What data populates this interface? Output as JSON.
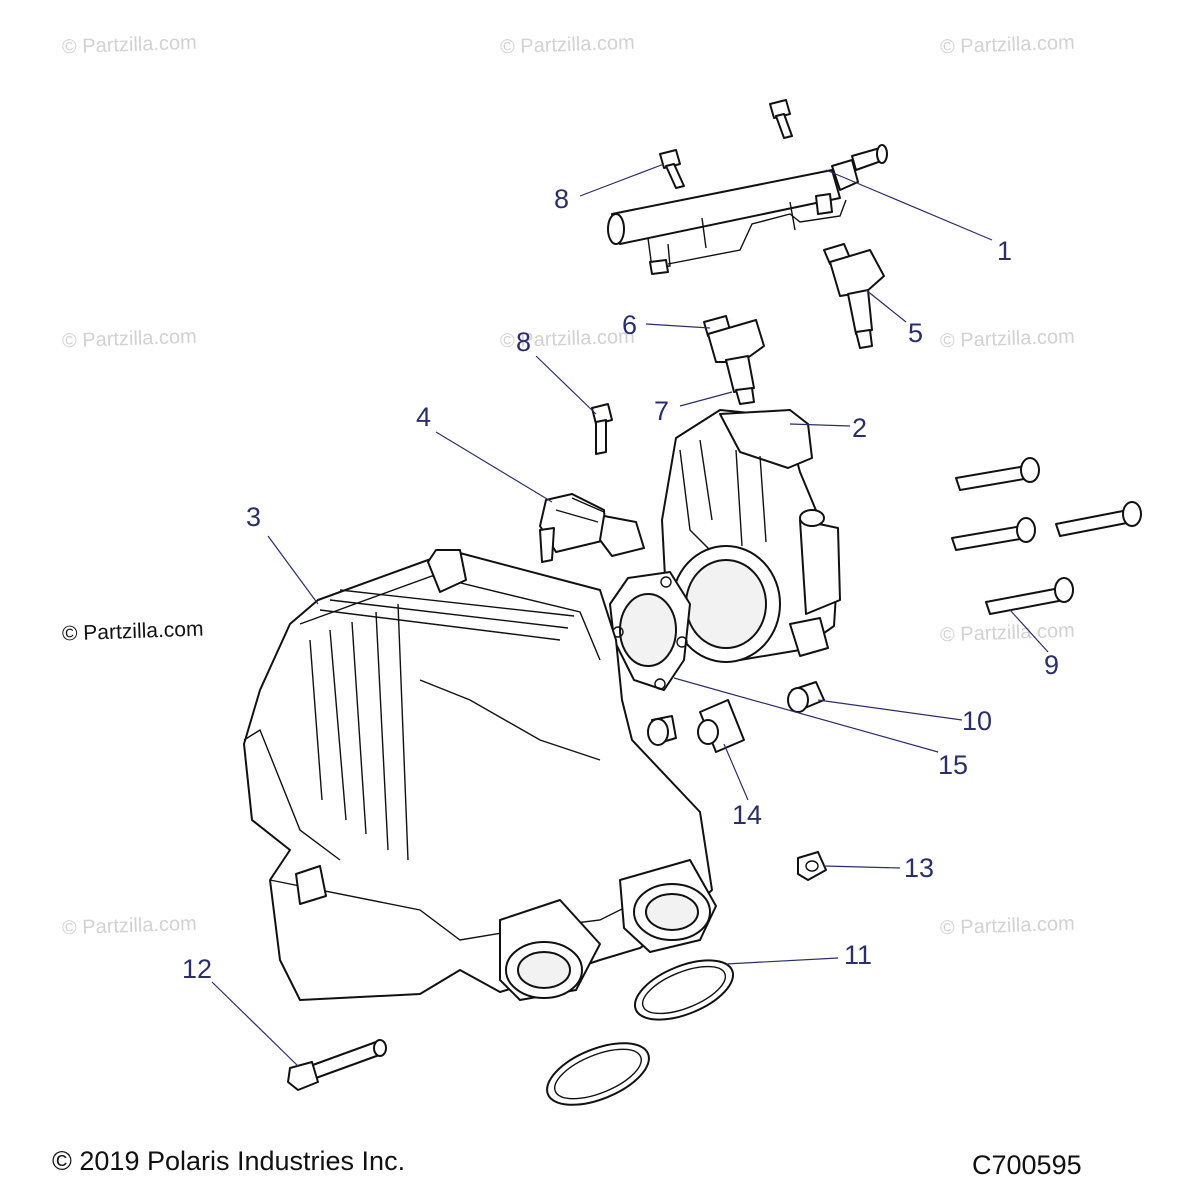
{
  "watermarks": {
    "text": "© Partzilla.com",
    "prominent_text": "© Partzilla.com"
  },
  "callouts": {
    "c1": "1",
    "c2": "2",
    "c3": "3",
    "c4": "4",
    "c5": "5",
    "c6": "6",
    "c7": "7",
    "c8a": "8",
    "c8b": "8",
    "c9": "9",
    "c10": "10",
    "c11": "11",
    "c12": "12",
    "c13": "13",
    "c14": "14",
    "c15": "15"
  },
  "footer": {
    "copyright": "© 2019 Polaris Industries Inc.",
    "diagram_code": "C700595"
  },
  "colors": {
    "callout": "#2a2f6b",
    "watermark": "#d2d2d2",
    "line": "#111111"
  }
}
